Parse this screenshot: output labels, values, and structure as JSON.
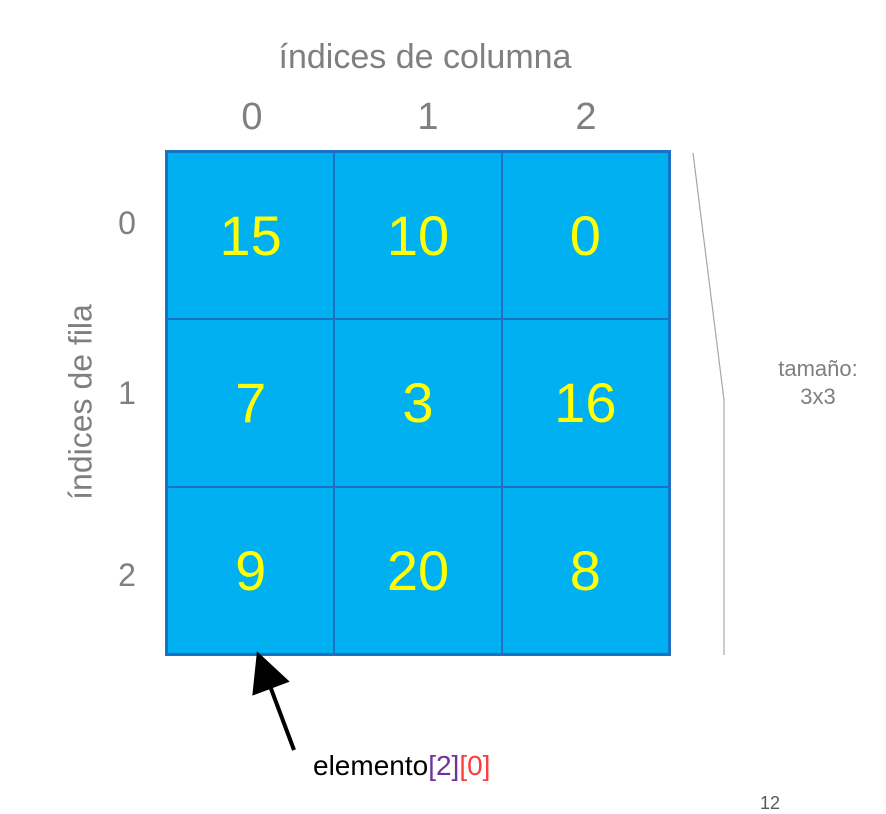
{
  "column_title": "índices de columna",
  "column_indices": [
    "0",
    "1",
    "2"
  ],
  "row_title": "índices de fila",
  "row_indices": [
    "0",
    "1",
    "2"
  ],
  "matrix": [
    [
      "15",
      "10",
      "0"
    ],
    [
      "7",
      "3",
      "16"
    ],
    [
      "9",
      "20",
      "8"
    ]
  ],
  "size_label": {
    "line1": "tamaño:",
    "line2": "3x3"
  },
  "element_label": {
    "prefix": "elemento",
    "row": "[2]",
    "col": "[0]"
  },
  "page_number": "12",
  "colors": {
    "cell_fill": "#00b0f0",
    "cell_border": "#1c72c2",
    "cell_text": "#ffff00",
    "index_text": "#7f7f7f",
    "row_index_highlight": "#7030a0",
    "col_index_highlight": "#ff3b3b"
  }
}
